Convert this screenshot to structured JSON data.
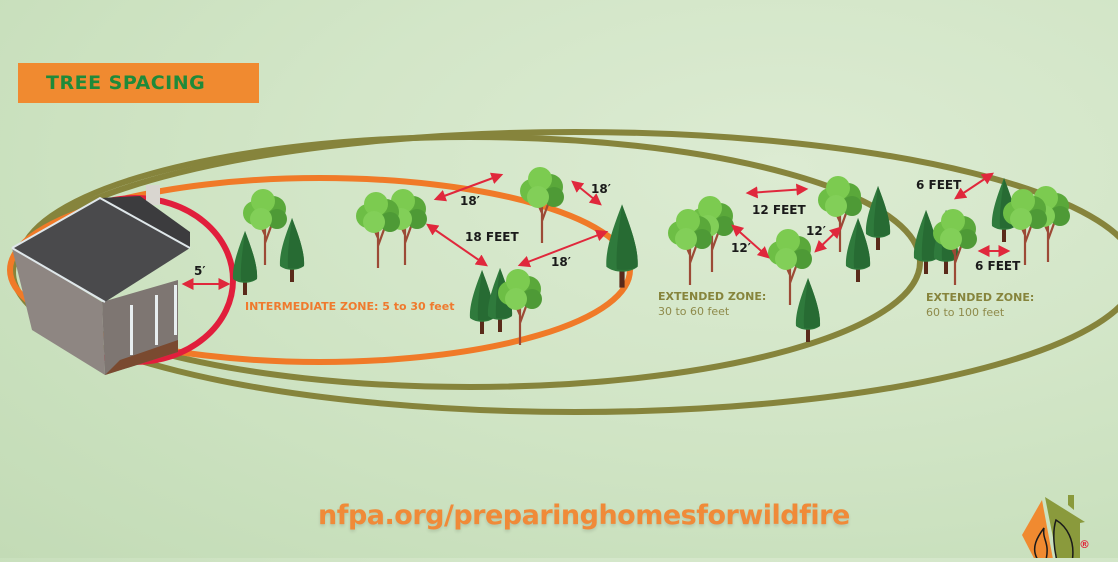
{
  "title": "TREE SPACING",
  "zones": [
    {
      "name": "home-zone",
      "distance_label": "5′",
      "color": "#e11e3c"
    },
    {
      "name": "intermediate",
      "label": "INTERMEDIATE ZONE:  5 to 30 feet",
      "color": "#ef7a2e",
      "spacing_labels": [
        "18′",
        "18′",
        "18 FEET",
        "18′"
      ]
    },
    {
      "name": "extended-30-60",
      "label_line1": "EXTENDED ZONE:",
      "label_line2": "30 to 60 feet",
      "color": "#86843c",
      "spacing_labels": [
        "12 FEET",
        "12′",
        "12′"
      ]
    },
    {
      "name": "extended-60-100",
      "label_line1": "EXTENDED ZONE:",
      "label_line2": "60 to 100 feet",
      "color": "#86843c",
      "spacing_labels": [
        "6 FEET",
        "6 FEET"
      ]
    }
  ],
  "footer": {
    "url": "nfpa.org/preparinghomesforwildfire",
    "logo_mark": "®"
  },
  "colors": {
    "banner": "#f08a30",
    "title_text": "#1f8a3a",
    "arrow": "#e0283c",
    "olive_ring": "#86843c",
    "orange_ring": "#f07a28",
    "red_ring": "#e11e3c"
  }
}
